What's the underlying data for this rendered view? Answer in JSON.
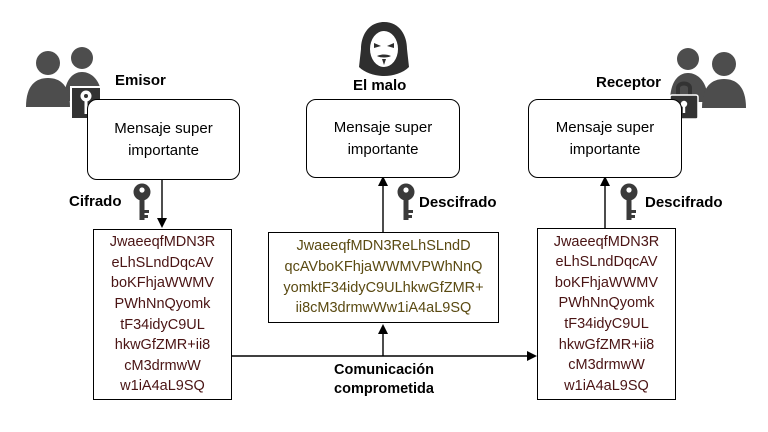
{
  "sender": {
    "role_label": "Emisor",
    "message": [
      "Mensaje super",
      "importante"
    ],
    "step_label": "Cifrado",
    "ciphertext": [
      "JwaeeqfMDN3R",
      "eLhSLndDqcAV",
      "boKFhjaWWMV",
      "PWhNnQyomk",
      "tF34idyC9UL",
      "hkwGfZMR+ii8",
      "cM3drmwW",
      "w1iA4aL9SQ"
    ]
  },
  "attacker": {
    "role_label": "El malo",
    "message": [
      "Mensaje super",
      "importante"
    ],
    "step_label": "Descifrado",
    "ciphertext": [
      "JwaeeqfMDN3ReLhSLndD",
      "qcAVboKFhjaWWMVPWhNnQ",
      "yomktF34idyC9ULhkwGfZMR+",
      "ii8cM3drmwWw1iA4aL9SQ"
    ]
  },
  "receiver": {
    "role_label": "Receptor",
    "message": [
      "Mensaje super",
      "importante"
    ],
    "step_label": "Descifrado",
    "ciphertext": [
      "JwaeeqfMDN3R",
      "eLhSLndDqcAV",
      "boKFhjaWWMV",
      "PWhNnQyomk",
      "tF34idyC9UL",
      "hkwGfZMR+ii8",
      "cM3drmwW",
      "w1iA4aL9SQ"
    ]
  },
  "channel": {
    "label": [
      "Comunicación",
      "comprometida"
    ]
  },
  "icons": {
    "sender": "users-with-key-icon",
    "attacker": "hacker-mask-icon",
    "receiver": "users-with-padlock-icon",
    "key": "key-icon"
  },
  "colors": {
    "ink": "#000000",
    "person": "#4d4d4d",
    "cipher_text": "#4a1414",
    "intercepted_text": "#5a4a12"
  }
}
